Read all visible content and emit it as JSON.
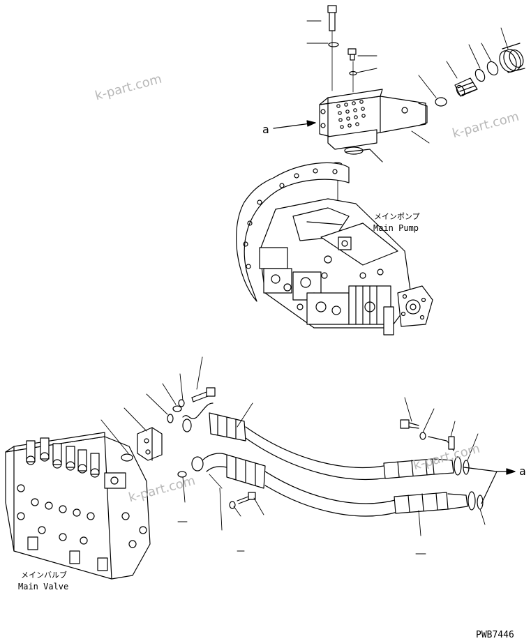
{
  "labels": {
    "main_pump_jp": "メインポンプ",
    "main_pump_en": "Main Pump",
    "main_valve_jp": "メインバルブ",
    "main_valve_en": "Main Valve",
    "arrow_a_top": "a",
    "arrow_a_right": "a",
    "drawing_number": "PWB7446"
  },
  "watermarks": [
    "k-part.com",
    "k-part.com",
    "k-part.com",
    "k-part.com"
  ],
  "colors": {
    "line": "#000000",
    "watermark": "#b8b8b8",
    "background": "#ffffff"
  }
}
